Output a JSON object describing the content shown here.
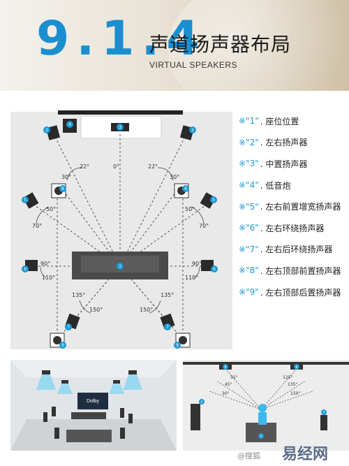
{
  "header": {
    "big_number": "9.1.4",
    "title": "声道扬声器布局",
    "subtitle": "VIRTUAL SPEAKERS"
  },
  "legend": [
    {
      "code": "※\"1\"",
      "label": ". 座位位置"
    },
    {
      "code": "※\"2\"",
      "label": ". 左右扬声器"
    },
    {
      "code": "※\"3\"",
      "label": ". 中置扬声器"
    },
    {
      "code": "※\"4\"",
      "label": ". 低音炮"
    },
    {
      "code": "※\"5\"",
      "label": ". 左右前置增宽扬声器"
    },
    {
      "code": "※\"6\"",
      "label": ". 左右环绕扬声器"
    },
    {
      "code": "※\"7\"",
      "label": ". 左右后环绕扬声器"
    },
    {
      "code": "※\"8\"",
      "label": ". 左右顶部前置扬声器"
    },
    {
      "code": "※\"9\"",
      "label": ". 左右顶部后置扬声器"
    }
  ],
  "diagram": {
    "markers": [
      "1",
      "2",
      "3",
      "4",
      "5",
      "6",
      "7",
      "8",
      "9"
    ],
    "angles": {
      "a22_left": "22°",
      "a22_right": "22°",
      "a0": "0°",
      "a30_left": "30°",
      "a30_right": "30°",
      "a50_left": "50°",
      "a50_right": "50°",
      "a70_left": "70°",
      "a70_right": "70°",
      "a90_left": "90°",
      "a90_right": "90°",
      "a110_left": "110°",
      "a110_right": "110°",
      "a135_left": "135°",
      "a135_right": "135°",
      "a150_left": "150°",
      "a150_right": "150°"
    },
    "side_angles": {
      "s55": "55°",
      "s45": "45°",
      "s30": "30°",
      "s125": "125°",
      "s135": "135°",
      "s150": "150°"
    },
    "dolby_label": "Dolby"
  },
  "watermark": {
    "brand": "易经网",
    "small": "@搜狐"
  },
  "colors": {
    "accent": "#1a9ad6",
    "sofa": "#4a4a4a",
    "room": "#e8e8e8"
  }
}
